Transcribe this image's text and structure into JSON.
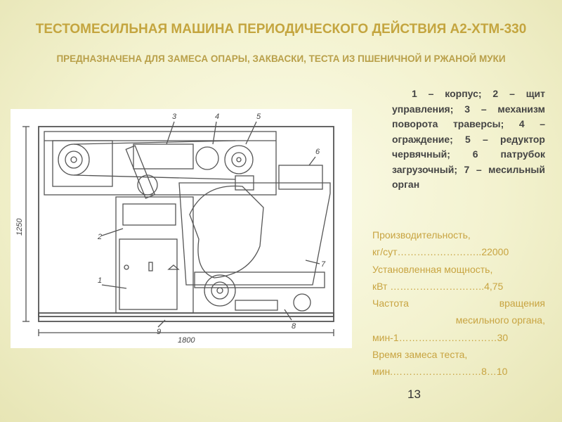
{
  "slide": {
    "title": "ТЕСТОМЕСИЛЬНАЯ МАШИНА ПЕРИОДИЧЕСКОГО ДЕЙСТВИЯ А2-ХТМ-330",
    "subtitle": "ПРЕДНАЗНАЧЕНА ДЛЯ ЗАМЕСА ОПАРЫ, ЗАКВАСКИ, ТЕСТА ИЗ ПШЕНИЧНОЙ И РЖАНОЙ МУКИ",
    "legend": "1 – корпус; 2 – щит управления; 3 – механизм поворота траверсы; 4 – ограждение; 5 – редуктор червячный; 6 патрубок загрузочный; 7 – месильный орган",
    "page_number": "13"
  },
  "drawing": {
    "callouts": [
      "1",
      "2",
      "3",
      "4",
      "5",
      "6",
      "7",
      "8",
      "9"
    ],
    "dim_height": "1250",
    "dim_width": "1800"
  },
  "specs": {
    "l1": "Производительность,",
    "l2": "кг/сут……………………..22000",
    "l3": "Установленная мощность,",
    "l4": "кВт ………………………..4,75",
    "l5a": "Частота",
    "l5b": "вращения",
    "l6": "месильного органа,",
    "l7": "мин-1…………………………30",
    "l8": "Время замеса теста,",
    "l9": "мин.………………………8…10"
  }
}
